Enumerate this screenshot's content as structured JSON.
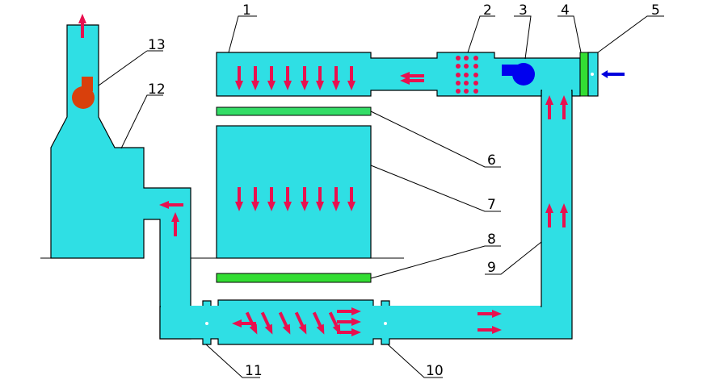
{
  "diagram": {
    "labels": [
      "1",
      "2",
      "3",
      "4",
      "5",
      "6",
      "7",
      "8",
      "9",
      "10",
      "11",
      "12",
      "13"
    ],
    "colors": {
      "duct": "#2fdfe4",
      "arrow": "#e8104f",
      "filter": "#33dd66",
      "fan_blue": "#0000ee",
      "fan_red": "#d9400c",
      "inlet_arrow": "#0000dd"
    }
  }
}
